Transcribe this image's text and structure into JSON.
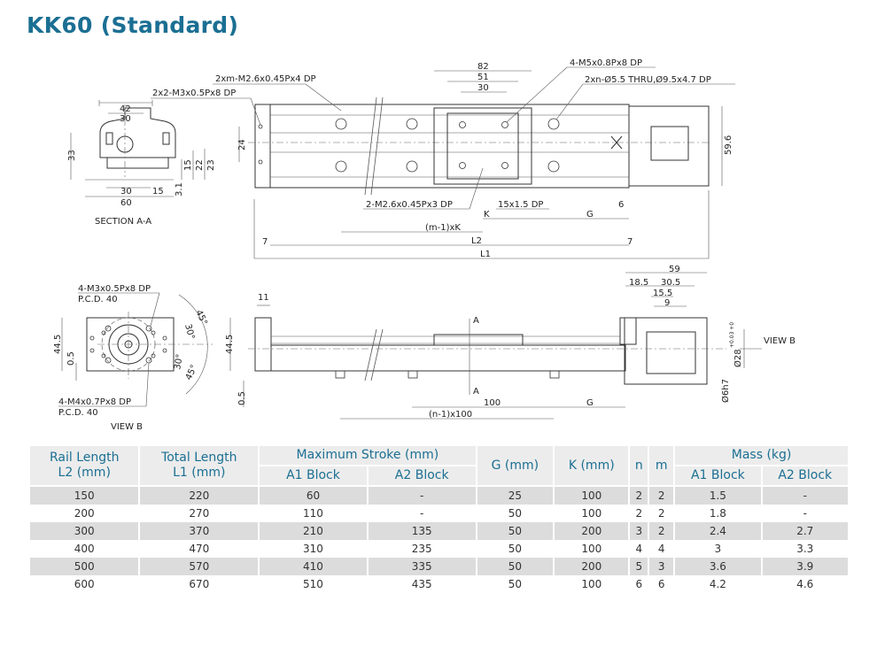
{
  "title": "KK60 (Standard)",
  "drawing": {
    "top_view": {
      "note_m_holes": "2xm-M2.6x0.45Px4 DP",
      "note_end_holes": "2x2-M3x0.5Px8 DP",
      "dim_82": "82",
      "dim_51": "51",
      "dim_30": "30",
      "note_block_holes": "4-M5x0.8Px8 DP",
      "note_n_holes": "2xn-Ø5.5 THRU,Ø9.5x4.7 DP",
      "dim_24": "24",
      "dim_59_6": "59.6",
      "note_block_bottom": "2-M2.6x0.45Px3 DP",
      "note_pin": "15x1.5 DP",
      "dim_K": "K",
      "dim_G": "G",
      "dim_6": "6",
      "dim_mK": "(m-1)xK",
      "dim_L2": "L2",
      "dim_7a": "7",
      "dim_7b": "7",
      "dim_L1": "L1"
    },
    "section": {
      "dim_42": "42",
      "dim_30_top": "30",
      "dim_33": "33",
      "dim_15": "15",
      "dim_22": "22",
      "dim_23": "23",
      "dim_30_bottom": "30",
      "dim_15_bottom": "15",
      "dim_3_1": "3.1",
      "dim_60": "60",
      "label": "SECTION A-A"
    },
    "view_b": {
      "note_m3": "4-M3x0.5Px8 DP",
      "pcd_1": "P.C.D. 40",
      "dim_44_5": "44.5",
      "dim_0_5": "0.5",
      "note_m4": "4-M4x0.7Px8 DP",
      "pcd_2": "P.C.D. 40",
      "angle_45a": "45°",
      "angle_30a": "30°",
      "angle_30b": "30°",
      "angle_45b": "45°",
      "label": "VIEW B"
    },
    "side_view": {
      "dim_11": "11",
      "dim_44_5": "44.5",
      "dim_0_5": "0.5",
      "section_a_top": "A",
      "section_a_bottom": "A",
      "dim_100": "100",
      "dim_G": "G",
      "dim_n100": "(n-1)x100",
      "dim_59": "59",
      "dim_18_5": "18.5",
      "dim_30_5": "30.5",
      "dim_15_5": "15.5",
      "dim_9": "9",
      "view_b_arrow": "VIEW B",
      "dim_d28": "Ø28",
      "dim_d28_tol": "+0.03 +0",
      "dim_d6": "Ø6h7"
    }
  },
  "table": {
    "headers": {
      "rail_length": "Rail Length",
      "rail_length_unit": "L2 (mm)",
      "total_length": "Total Length",
      "total_length_unit": "L1 (mm)",
      "max_stroke": "Maximum  Stroke (mm)",
      "g": "G (mm)",
      "k": "K (mm)",
      "n": "n",
      "m": "m",
      "mass": "Mass (kg)",
      "a1": "A1 Block",
      "a2": "A2 Block",
      "mass_a1": "A1 Block",
      "mass_a2": "A2 Block"
    },
    "rows": [
      [
        "150",
        "220",
        "60",
        "-",
        "25",
        "100",
        "2",
        "2",
        "1.5",
        "-"
      ],
      [
        "200",
        "270",
        "110",
        "-",
        "50",
        "100",
        "2",
        "2",
        "1.8",
        "-"
      ],
      [
        "300",
        "370",
        "210",
        "135",
        "50",
        "200",
        "3",
        "2",
        "2.4",
        "2.7"
      ],
      [
        "400",
        "470",
        "310",
        "235",
        "50",
        "100",
        "4",
        "4",
        "3",
        "3.3"
      ],
      [
        "500",
        "570",
        "410",
        "335",
        "50",
        "200",
        "5",
        "3",
        "3.6",
        "3.9"
      ],
      [
        "600",
        "670",
        "510",
        "435",
        "50",
        "100",
        "6",
        "6",
        "4.2",
        "4.6"
      ]
    ]
  },
  "colors": {
    "title": "#1b6f93",
    "header_text": "#1b6f93",
    "header_bg": "#ececec",
    "row_alt": "#dcdcdc"
  }
}
